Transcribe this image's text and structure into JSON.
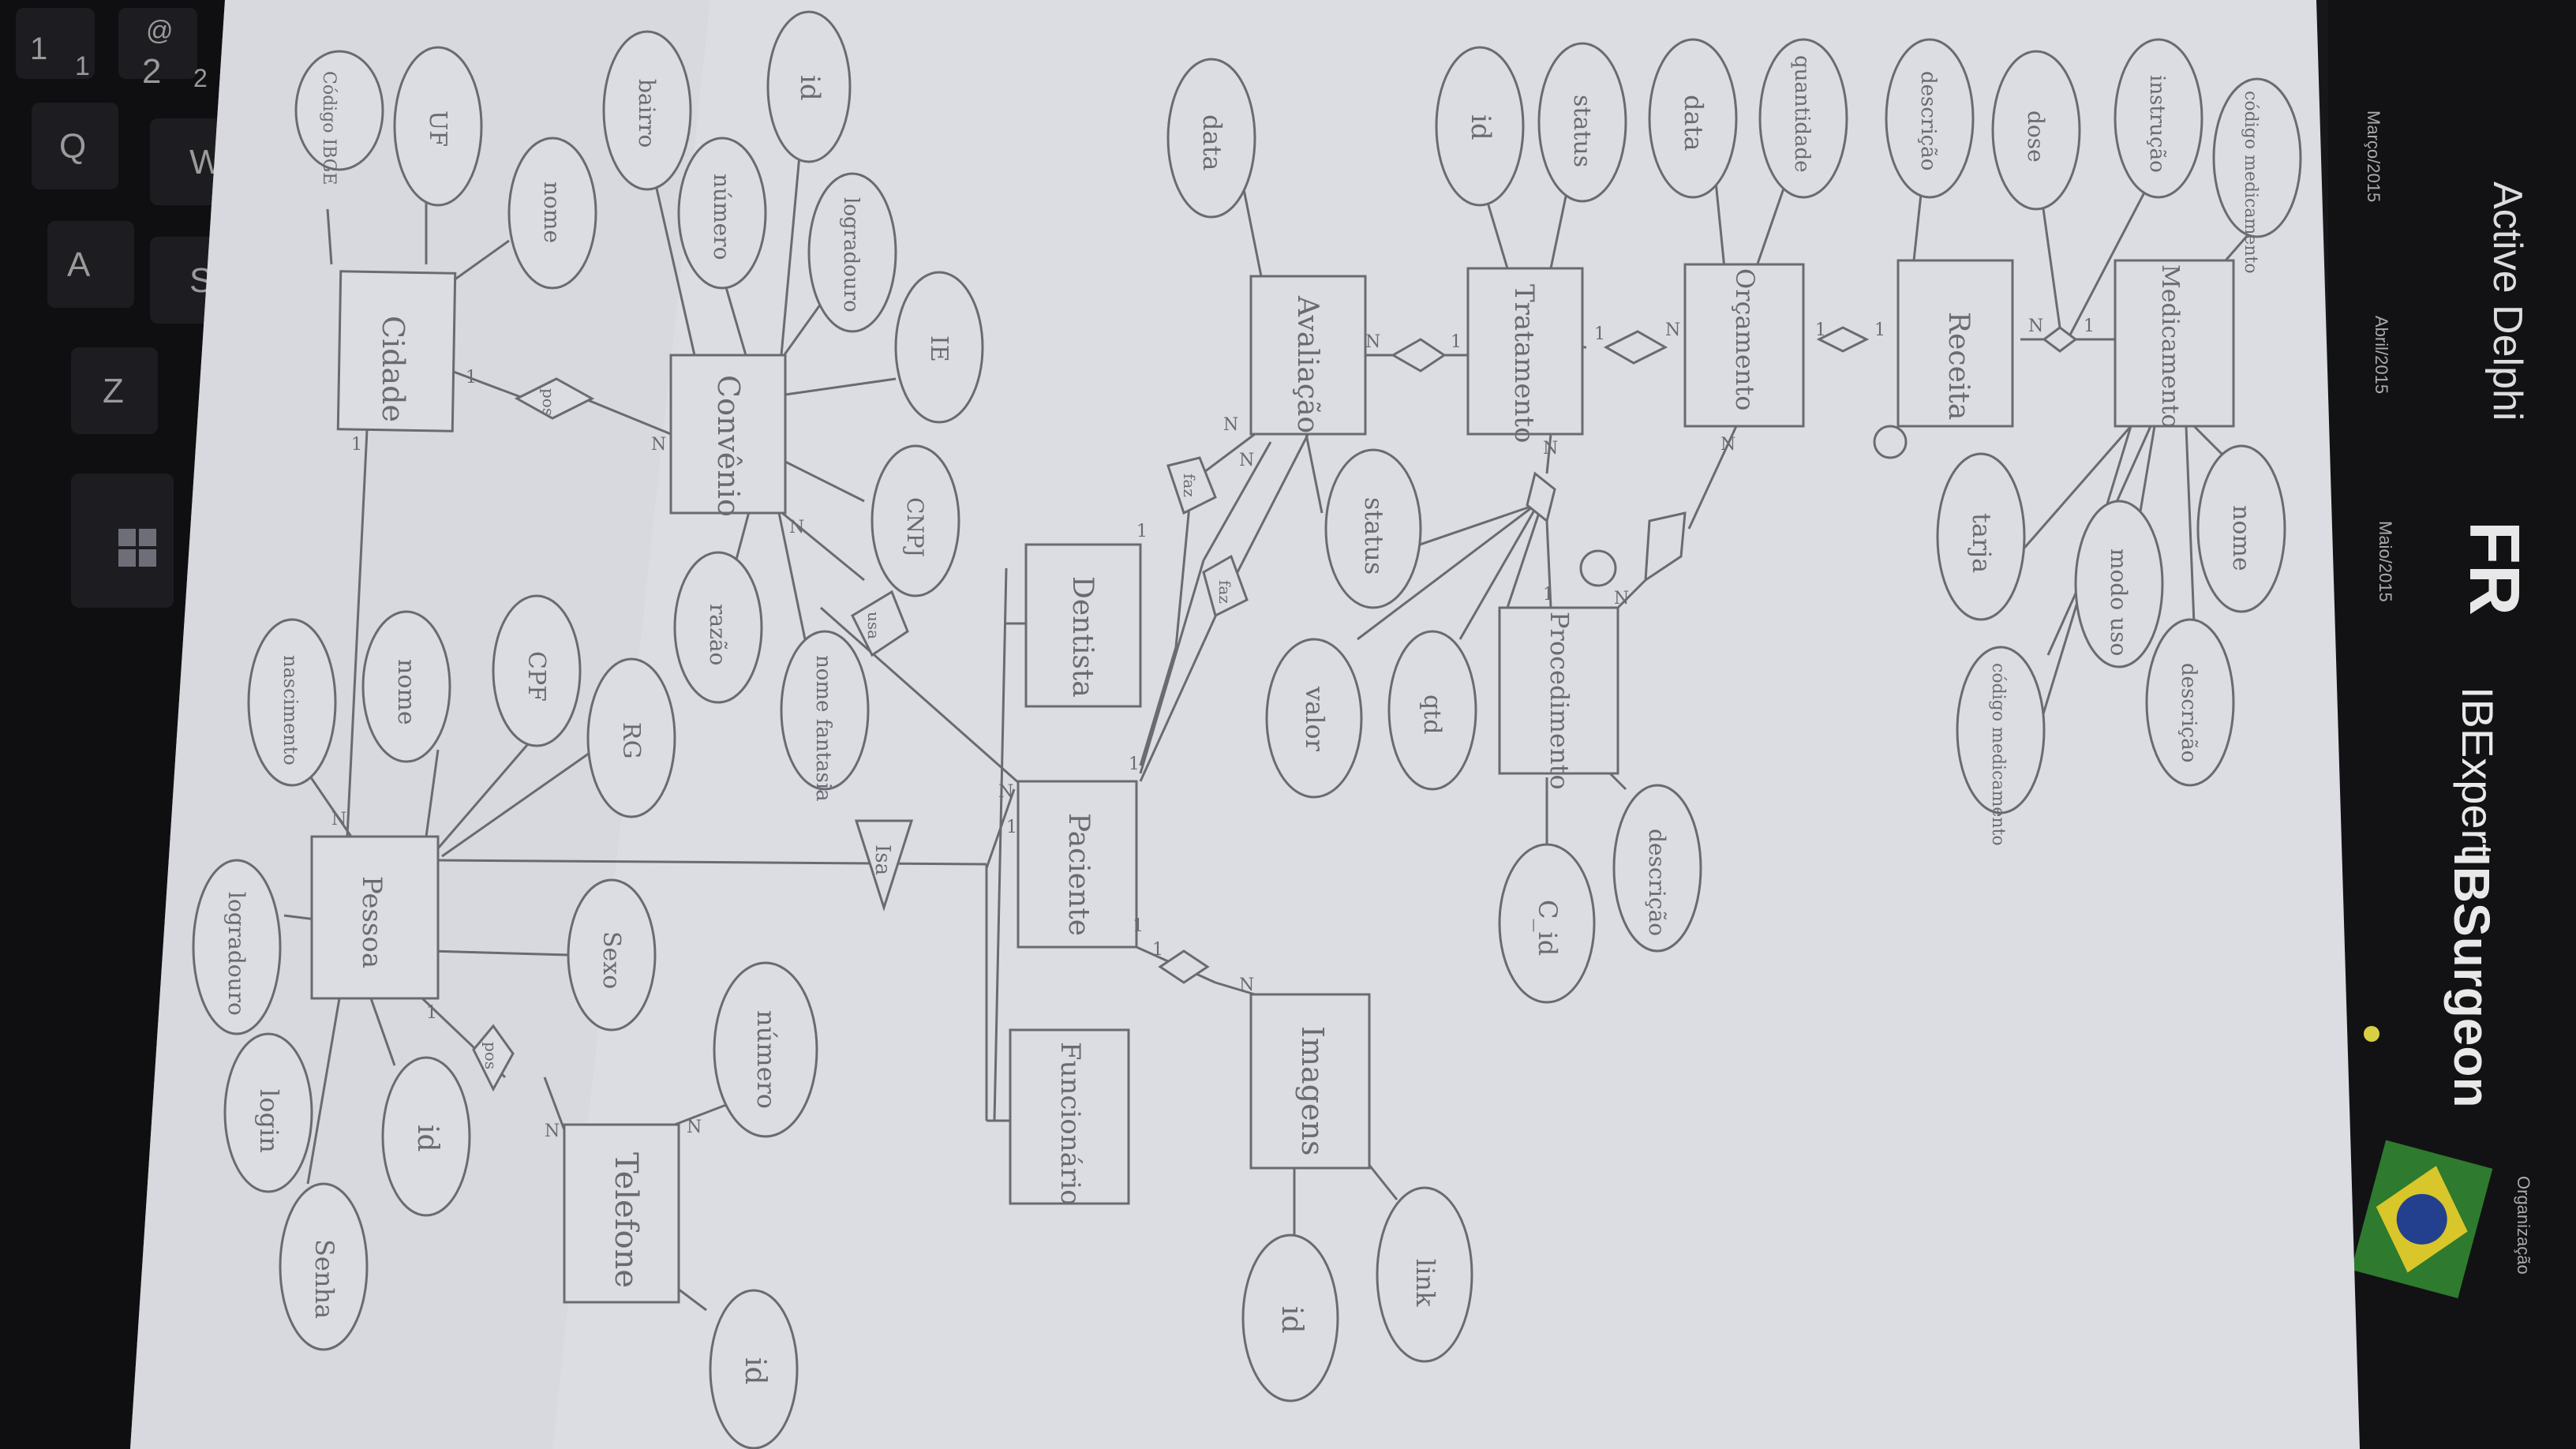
{
  "keyboard": {
    "keys": [
      "1",
      "1",
      "@",
      "2",
      "2",
      "Q",
      "W",
      "A",
      "S",
      "Z"
    ]
  },
  "desk_labels": {
    "product_1": "Active Delphi",
    "product_2": "IBSurgeon",
    "product_3": "IBExpert",
    "product_4": "Organização",
    "months": [
      "Março/2015",
      "Abril/2015",
      "Maio/2015"
    ]
  },
  "diagram": {
    "entities": {
      "cidade": "Cidade",
      "convenio": "Convênio",
      "pessoa": "Pessoa",
      "telefone": "Telefone",
      "dentista": "Dentista",
      "paciente": "Paciente",
      "funcionario": "Funcionário",
      "imagens": "Imagens",
      "avaliacao": "Avaliação",
      "tratamento": "Tratamento",
      "procedimento": "Procedimento",
      "orcamento": "Orçamento",
      "receita": "Receita",
      "medicamento": "Medicamento"
    },
    "attributes": {
      "cidade_codigo_ibge": "Código IBGE",
      "cidade_uf": "UF",
      "cidade_nome": "nome",
      "conv_bairro": "bairro",
      "conv_id": "id",
      "conv_numero": "número",
      "conv_logradouro": "logradouro",
      "conv_ie": "IE",
      "conv_cnpj": "CNPJ",
      "conv_razao": "razão",
      "conv_nome_fantasia": "nome fantasia",
      "pes_nascimento": "nascimento",
      "pes_nome": "nome",
      "pes_cpf": "CPF",
      "pes_rg": "RG",
      "pes_logradouro": "logradouro",
      "pes_sexo": "Sexo",
      "pes_login": "login",
      "pes_id": "id",
      "pes_senha": "Senha",
      "tel_numero": "número",
      "tel_id": "id",
      "av_data": "data",
      "trat_id": "id",
      "trat_status": "status",
      "orc_data": "data",
      "orc_quantidade": "quantidade",
      "rec_descricao": "descrição",
      "rec_dose": "dose",
      "med_instrucao": "instrução",
      "med_codigo": "código medicamento",
      "med_tarja": "tarja",
      "med_modo_uso": "modo uso",
      "med_nome": "nome",
      "med_codigo2": "código medicamento",
      "med_descricao": "descrição",
      "proc_status": "status",
      "proc_valor": "valor",
      "proc_qtd": "qtd",
      "proc_c_id": "C_id",
      "proc_descricao": "descrição",
      "img_id": "id",
      "img_link": "link"
    },
    "relationships": {
      "cidade_convenio": "pos",
      "pessoa_telefone": "pos",
      "paciente_convenio": "usa",
      "dentista_avaliacao": "faz",
      "paciente_avaliacao": "faz",
      "isa": "Isa"
    },
    "cardinalities": [
      "1",
      "N",
      "1",
      "N",
      "1",
      "N",
      "N",
      "N",
      "1",
      "N",
      "1",
      "N",
      "1",
      "N",
      "N",
      "1",
      "1",
      "1",
      "N",
      "1",
      "N",
      "1",
      "N",
      "1",
      "N",
      "N",
      "1",
      "1",
      "N"
    ]
  }
}
